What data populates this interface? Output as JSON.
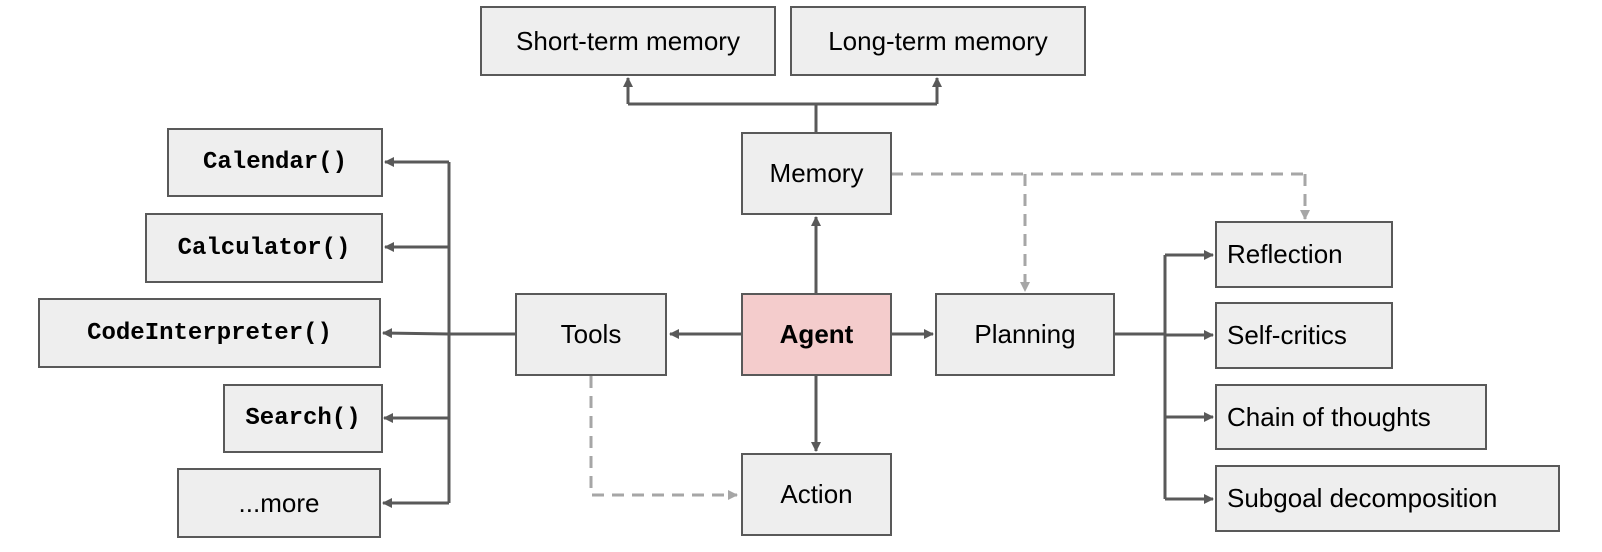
{
  "nodes": {
    "short_term_memory": "Short-term memory",
    "long_term_memory": "Long-term memory",
    "memory": "Memory",
    "agent": "Agent",
    "tools": "Tools",
    "planning": "Planning",
    "action": "Action",
    "reflection": "Reflection",
    "self_critics": "Self-critics",
    "chain_of_thoughts": "Chain of thoughts",
    "subgoal_decomposition": "Subgoal decomposition",
    "calendar": "Calendar()",
    "calculator": "Calculator()",
    "code_interpreter": "CodeInterpreter()",
    "search": "Search()",
    "more": "...more"
  },
  "colors": {
    "box_fill": "#eeeeee",
    "agent_fill": "#f4cccc",
    "border": "#595959",
    "solid_arrow": "#595959",
    "dashed_arrow": "#a6a6a6"
  }
}
